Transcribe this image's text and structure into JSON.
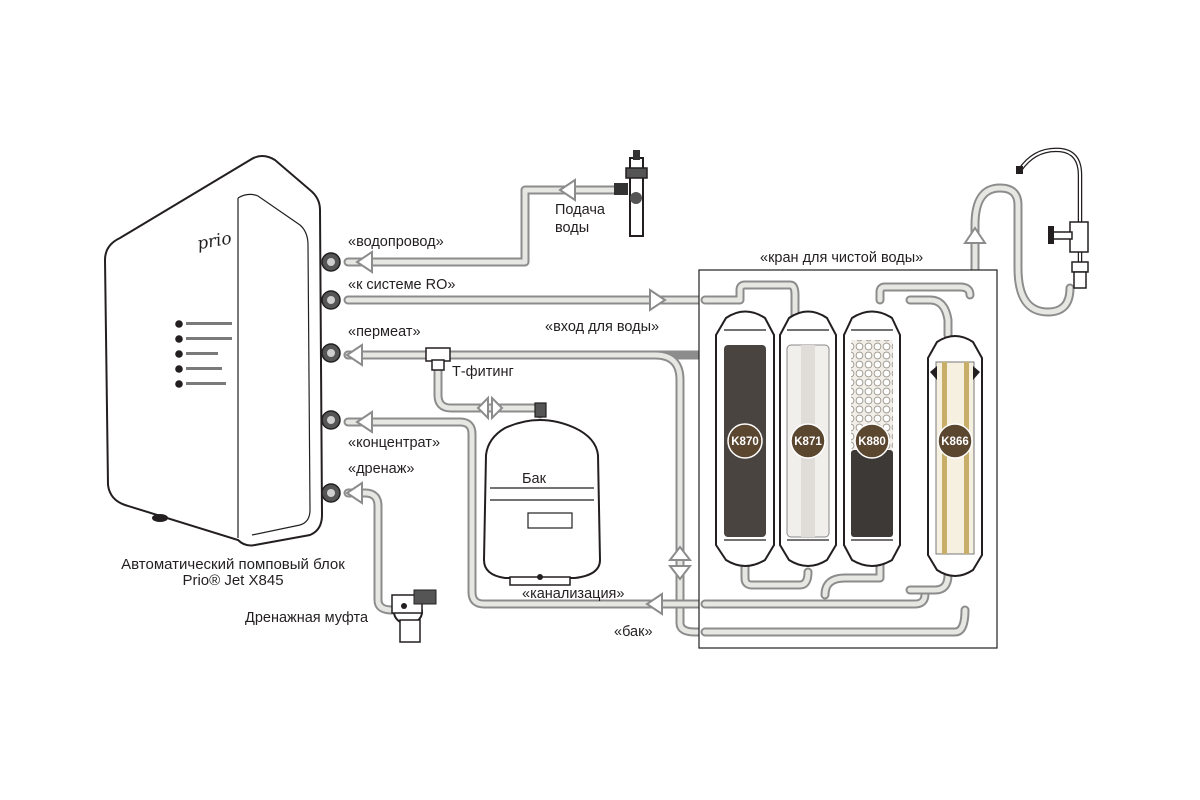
{
  "labels": {
    "water_supply_line": "«водопровод»",
    "to_ro_system": "«к системе RO»",
    "permeate": "«пермеат»",
    "concentrate": "«концентрат»",
    "drain": "«дренаж»",
    "water_supply": "Подача\nводы",
    "clean_water_tap": "«кран для чистой воды»",
    "water_inlet": "«вход для воды»",
    "t_fitting": "Т-фитинг",
    "tank": "Бак",
    "sewer": "«канализация»",
    "tank_port": "«бак»",
    "drain_coupling": "Дренажная муфта",
    "pump_unit_line1": "Автоматический помповый блок",
    "pump_unit_line2": "Prio® Jet X845"
  },
  "pump_unit": {
    "logo": "prio",
    "indicators": [
      "",
      "",
      "",
      "",
      ""
    ]
  },
  "filters": [
    {
      "code": "K870"
    },
    {
      "code": "K871"
    },
    {
      "code": "K880"
    },
    {
      "code": "K866"
    }
  ]
}
